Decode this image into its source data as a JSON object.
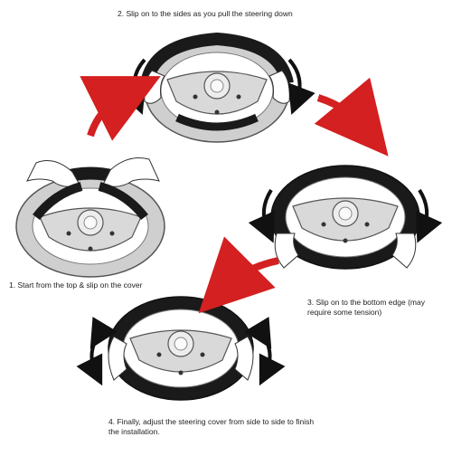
{
  "steps": [
    {
      "number": "1.",
      "text": "Start from the top & slip on the cover"
    },
    {
      "number": "2.",
      "text": "Slip on to the sides as you pull the steering down"
    },
    {
      "number": "3.",
      "text": "Slip on to the bottom edge (may require some tension)"
    },
    {
      "number": "4.",
      "text": "Finally, adjust the steering cover from side to side to finish the installation."
    }
  ],
  "colors": {
    "wheel_rim": "#cfcfcf",
    "wheel_hub": "#d9d9d9",
    "cover": "#1a1a1a",
    "arrow_red": "#d42020",
    "arrow_black": "#111111",
    "skin": "#ffffff",
    "outline": "#333333"
  }
}
